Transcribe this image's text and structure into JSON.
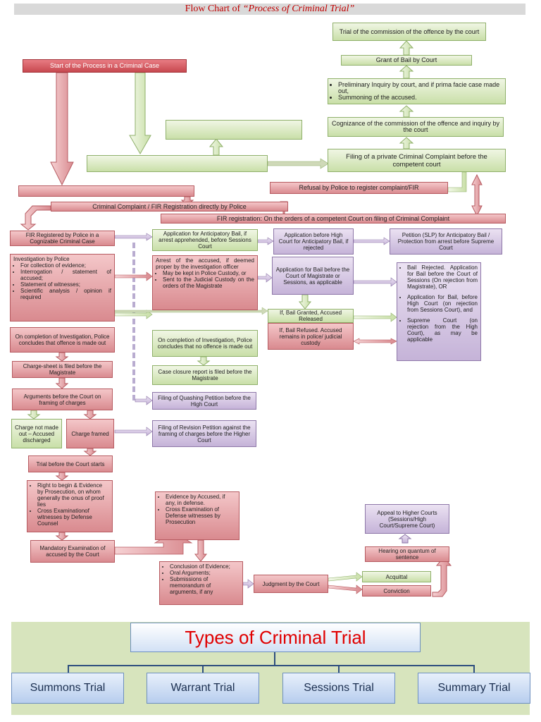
{
  "title": {
    "prefix": "Flow Chart of ",
    "quoted": "“Process of Criminal Trial”"
  },
  "nodes": {
    "start": "Start of the Process in a Criminal Case",
    "trial_commission": "Trial of the commission of the offence by the court",
    "grant_bail": "Grant of Bail by Court",
    "prelim_1": "Preliminary Inquiry by court, and if prima facie case made out,",
    "prelim_2": "Summoning of the accused.",
    "cognizance": "Cognizance of the commission of the offence and inquiry by the court",
    "private_complaint": "Filing of a private Criminal Complaint before the competent court",
    "refusal": "Refusal by Police to register complaint/FIR",
    "fir_direct": "Criminal Complaint / FIR Registration directly by Police",
    "fir_court": "FIR registration: On the orders of a competent Court on filing of Criminal Complaint",
    "fir_registered": "FIR Registered by Police in a Cognizable Criminal Case",
    "anticipatory_bail": "Application for Anticipatory Bail, if arrest apprehended, before Sessions Court",
    "hc_anticipatory": "Application before High Court for Anticipatory Bail, if rejected",
    "slp": "Petition (SLP) for Anticipatory Bail / Protection from arrest before Supreme Court",
    "investigation_title": "Investigation by Police",
    "investigation_items": [
      "For collection of evidence;",
      "Interrogation / statement of accused;",
      "Statement of witnesses;",
      "Scientific analysis / opinion if required"
    ],
    "arrest_title": "Arrest of the accused, if deemed proper by the investigation officer",
    "arrest_items": [
      "May be kept in Police Custody, or",
      "Sent to the Judicial Custody on the orders of the Magistrate"
    ],
    "bail_magistrate": "Application for Bail before the Court of Magistrate or Sessions, as applicable",
    "bail_rejected_items": [
      "Bail Rejected. Application for Bail before the Court of Sessions (On rejection from Magistrate), OR",
      "Application for Bail, before High Court (on rejection from Sessions Court), and",
      "Supreme Court (on rejection from the High Court), as may be applicable"
    ],
    "bail_granted": "If, Bail Granted, Accused Released",
    "bail_refused": "If, Bail Refused. Accused remains in police/ judicial custody",
    "completion_offence": "On completion of Investigation, Police concludes that offence is made out",
    "completion_no_offence": "On completion of Investigation, Police concludes that no offence is made out",
    "chargesheet": "Charge-sheet is filed before the Magistrate",
    "closure_report": "Case closure report is filed before the Magistrate",
    "arguments_charges": "Arguments before the Court on framing of charges",
    "quashing": "Filing of Quashing Petition before the High Court",
    "charge_not_made": "Charge not made out – Accused discharged",
    "charge_framed": "Charge framed",
    "revision": "Filing of Revision Petition against the framing of charges before the Higher Court",
    "trial_starts": "Trial before the Court starts",
    "prosecution_items": [
      "Right to begin & Evidence by Prosecution, on whom generally the onus of proof lies",
      "Cross Examinationof witnesses by Defense Counsel"
    ],
    "defense_items": [
      "Evidence by Accused, if any, in defense.",
      "Cross Examination of Defense witnesses by Prosecution"
    ],
    "mandatory_exam": "Mandatory Examination of accused by the Court",
    "conclusion_items": [
      "Conclusion of Evidence;",
      "Oral Arguments;",
      "Submissions of memorandum of arguments, if any"
    ],
    "judgment": "Judgment by the Court",
    "acquittal": "Acquittal",
    "conviction": "Conviction",
    "hearing_sentence": "Hearing on quantum of sentence",
    "appeal": "Appeal to Higher Courts (Sessions/High Court/Supreme Court)"
  },
  "types": {
    "title": "Types of Criminal Trial",
    "items": [
      "Summons Trial",
      "Warrant Trial",
      "Sessions Trial",
      "Summary Trial"
    ]
  },
  "colors": {
    "red_box": "#d98a8f",
    "green_box": "#c9dfa8",
    "purple_box": "#c5b3d8",
    "title_red": "#c00000",
    "types_panel": "#d7e4bd"
  }
}
